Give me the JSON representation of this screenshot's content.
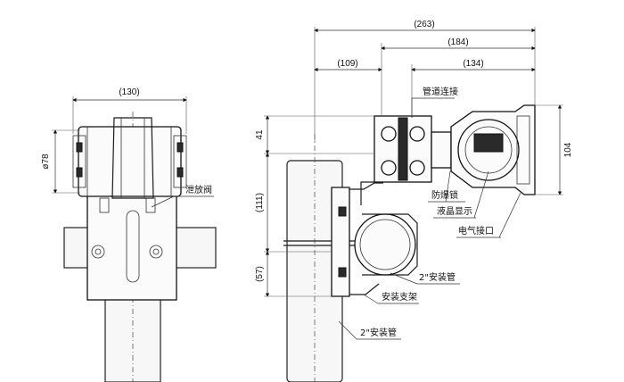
{
  "dimensions": {
    "left_width": "(130)",
    "left_diameter": "ø78",
    "total_width": "(263)",
    "upper_width": "(184)",
    "pipe_offset": "(109)",
    "housing_width": "(134)",
    "flange_height": "41",
    "bracket_height": "(111)",
    "lower_height": "(57)",
    "housing_height": "104"
  },
  "labels": {
    "drain_valve": "泄放阀",
    "pipe_connection": "管道连接",
    "explosion_lock": "防爆锁",
    "lcd_display": "液晶显示",
    "electrical_port": "电气接口",
    "mount_pipe_2in": "2\"安装管",
    "mount_bracket": "安装支架",
    "mount_pipe_2in_bottom": "2\"安装管"
  },
  "colors": {
    "line": "#1a1a1a",
    "background": "#ffffff"
  }
}
